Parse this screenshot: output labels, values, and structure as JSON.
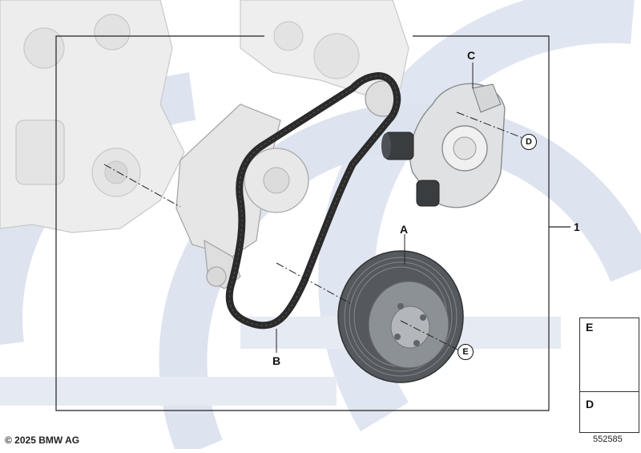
{
  "callouts": {
    "main": "1",
    "a": "A",
    "b": "B",
    "c": "C",
    "d": "D",
    "e": "E"
  },
  "parts_box": {
    "e_label": "E",
    "d_label": "D"
  },
  "footer": {
    "copyright": "© 2025 BMW AG",
    "diagram_number": "552585"
  },
  "colors": {
    "background_rings": "#dde3ef",
    "engine_ghost": "#e9e9e9",
    "belt": "#2a2a2a",
    "pulley": "#6f7479"
  }
}
